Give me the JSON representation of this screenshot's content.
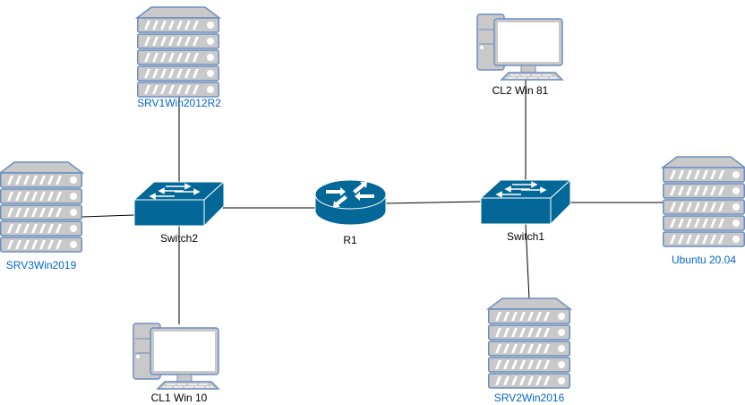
{
  "colors": {
    "network_device": "#036897",
    "server_fill": "#c9c9c9",
    "server_stroke": "#6c8ebf",
    "server_label": "#0066cc",
    "client_label": "#000000",
    "link": "#000000"
  },
  "nodes": {
    "srv1": {
      "label": "SRV1Win2012R2",
      "type": "server"
    },
    "srv2": {
      "label": "SRV2Win2016",
      "type": "server"
    },
    "srv3": {
      "label": "SRV3Win2019",
      "type": "server"
    },
    "ubuntu": {
      "label": "Ubuntu 20.04",
      "type": "server"
    },
    "cl1": {
      "label": "CL1 Win 10",
      "type": "pc"
    },
    "cl2": {
      "label": "CL2 Win 81",
      "type": "pc"
    },
    "switch1": {
      "label": "Switch1",
      "type": "switch"
    },
    "switch2": {
      "label": "Switch2",
      "type": "switch"
    },
    "r1": {
      "label": "R1",
      "type": "router"
    }
  },
  "links": [
    [
      "srv1",
      "switch2"
    ],
    [
      "srv3",
      "switch2"
    ],
    [
      "cl1",
      "switch2"
    ],
    [
      "switch2",
      "r1"
    ],
    [
      "r1",
      "switch1"
    ],
    [
      "cl2",
      "switch1"
    ],
    [
      "srv2",
      "switch1"
    ],
    [
      "ubuntu",
      "switch1"
    ]
  ]
}
